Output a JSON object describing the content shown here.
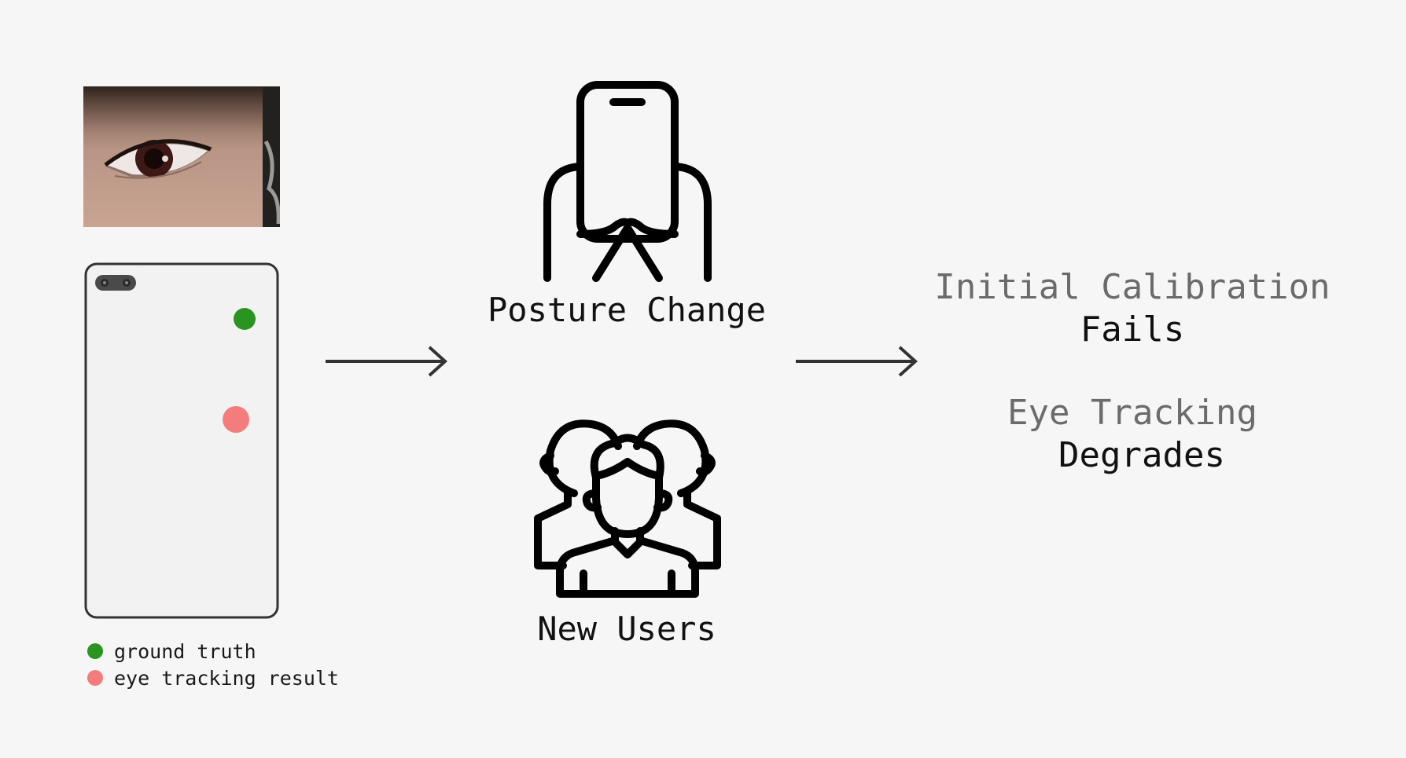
{
  "legend": {
    "items": [
      {
        "label": "ground truth",
        "color": "#2a9420"
      },
      {
        "label": "eye tracking result",
        "color": "#f47c7c"
      }
    ]
  },
  "causes": {
    "posture": {
      "label": "Posture Change",
      "icon": "hand-holding-phone-icon"
    },
    "users": {
      "label": "New Users",
      "icon": "user-group-icon"
    }
  },
  "outcomes": {
    "calibration": {
      "line1": "Initial Calibration",
      "line2": "Fails"
    },
    "tracking": {
      "line1": "Eye Tracking",
      "line2": "Degrades"
    }
  },
  "colors": {
    "background": "#f6f6f6",
    "ground_truth": "#2a9420",
    "eye_tracking_result": "#f47c7c",
    "muted_text": "#6b6b6b",
    "dark_text": "#111111"
  }
}
